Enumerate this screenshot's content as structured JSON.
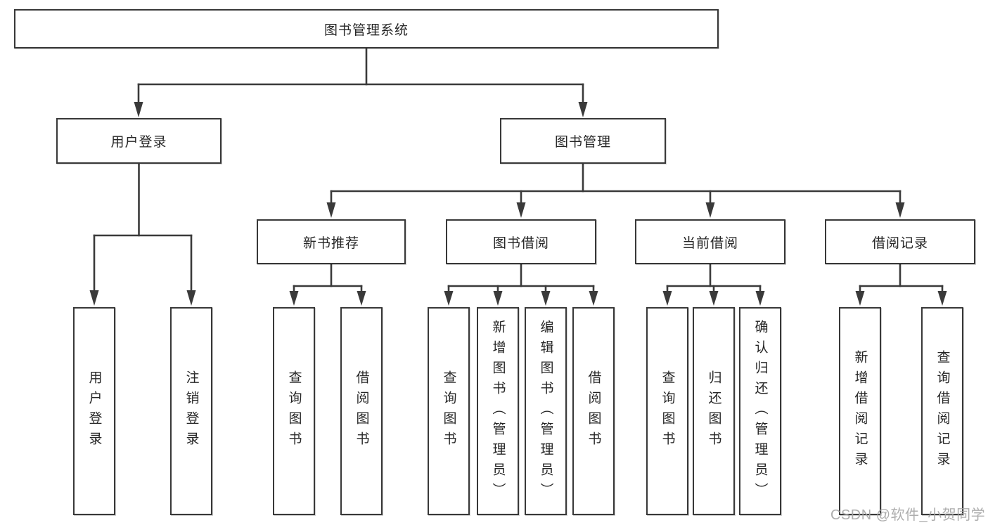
{
  "colors": {
    "line": "#3a3a3a",
    "box_border": "#383838",
    "text": "#262626",
    "background": "#ffffff",
    "watermark_text_color": "#a6a6a6"
  },
  "diagram": {
    "root": {
      "label": "图书管理系统"
    },
    "level2": [
      {
        "label": "用户登录"
      },
      {
        "label": "图书管理"
      }
    ],
    "level3": [
      {
        "label": "新书推荐"
      },
      {
        "label": "图书借阅"
      },
      {
        "label": "当前借阅"
      },
      {
        "label": "借阅记录"
      }
    ],
    "leaves": [
      {
        "label": "用户登录"
      },
      {
        "label": "注销登录"
      },
      {
        "label": "查询图书"
      },
      {
        "label": "借阅图书"
      },
      {
        "label": "查询图书"
      },
      {
        "label": "新增图书（管理员）"
      },
      {
        "label": "编辑图书（管理员）"
      },
      {
        "label": "借阅图书"
      },
      {
        "label": "查询图书"
      },
      {
        "label": "归还图书"
      },
      {
        "label": "确认归还（管理员）"
      },
      {
        "label": "新增借阅记录"
      },
      {
        "label": "查询借阅记录"
      }
    ]
  },
  "watermark": {
    "text": "CSDN @软件_小贺同学"
  }
}
